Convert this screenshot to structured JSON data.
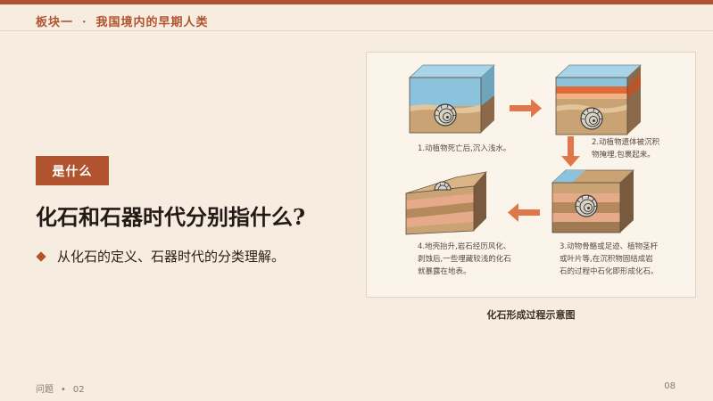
{
  "header": {
    "section": "板块一",
    "separator": "·",
    "topic": "我国境内的早期人类"
  },
  "badge": "是什么",
  "question": "化石和石器时代分别指什么?",
  "bullet": "从化石的定义、石器时代的分类理解。",
  "figure": {
    "caption": "化石形成过程示意图",
    "steps": [
      {
        "line1": "1.动植物死亡后,沉入浅水。"
      },
      {
        "line1": "2.动植物遗体被沉积",
        "line2": "物掩埋,包裹起来。"
      },
      {
        "line1": "3.动物骨骼或足迹、植物茎杆",
        "line2": "或叶片等,在沉积物固结成岩",
        "line3": "石的过程中石化即形成化石。"
      },
      {
        "line1": "4.地壳抬升,岩石经历风化、",
        "line2": "剥蚀后,一些埋藏较浅的化石",
        "line3": "就暴露在地表。"
      }
    ]
  },
  "footer": {
    "label": "问题",
    "separator": "•",
    "number": "02",
    "page": "08"
  },
  "colors": {
    "accent": "#b2532f",
    "background": "#f6ecdf",
    "arrow": "#e0774a"
  }
}
